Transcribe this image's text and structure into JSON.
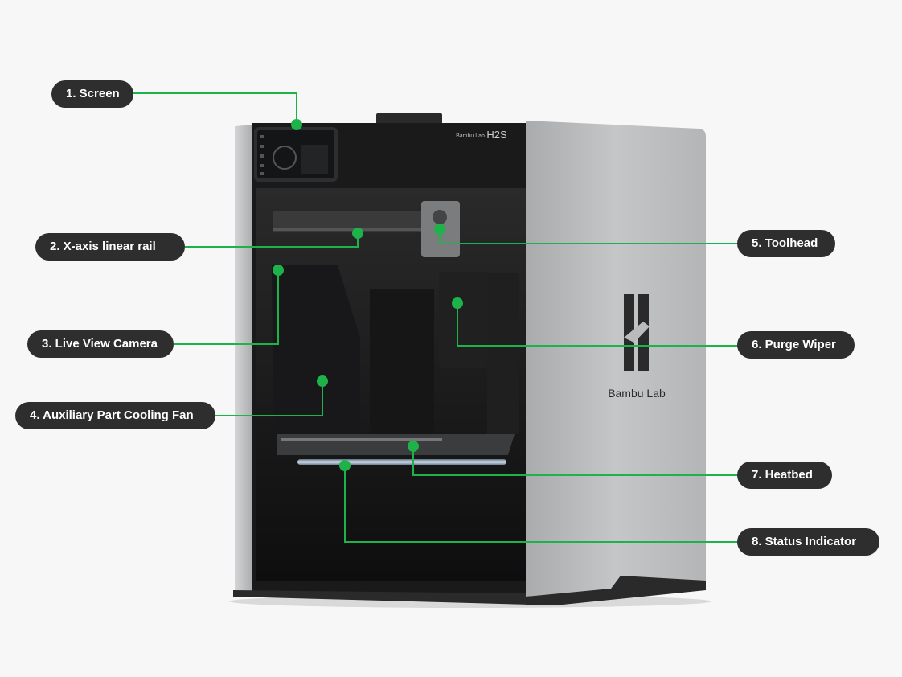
{
  "callouts": [
    {
      "id": "screen",
      "text": "1. Screen"
    },
    {
      "id": "x-axis-linear-rail",
      "text": "2. X-axis linear rail"
    },
    {
      "id": "live-view-camera",
      "text": "3. Live View Camera"
    },
    {
      "id": "auxiliary-part-cooling-fan",
      "text": "4. Auxiliary Part Cooling Fan"
    },
    {
      "id": "toolhead",
      "text": "5. Toolhead"
    },
    {
      "id": "purge-wiper",
      "text": "6. Purge Wiper"
    },
    {
      "id": "heatbed",
      "text": "7. Heatbed"
    },
    {
      "id": "status-indicator",
      "text": "8. Status Indicator"
    }
  ],
  "branding": {
    "model": "H2S",
    "brand_small": "Bambu Lab",
    "brand_side": "Bambu Lab"
  },
  "colors": {
    "leader": "#1db34a",
    "label_bg": "#2e2e2e",
    "label_text": "#ffffff",
    "background": "#f7f7f7",
    "shell": "#b9bbbd",
    "frame": "#1a1a1a"
  }
}
